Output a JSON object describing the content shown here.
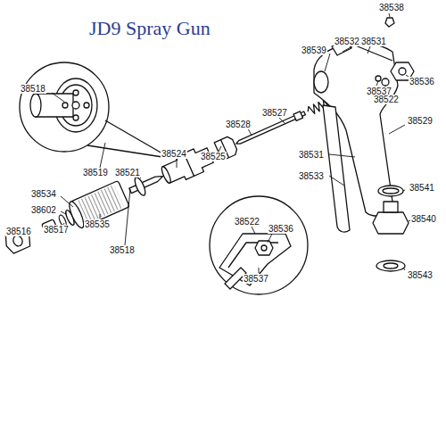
{
  "diagram": {
    "title": "JD9 Spray Gun",
    "labels": [
      "38538",
      "38532",
      "38531",
      "38539",
      "38536",
      "38518",
      "38537",
      "38522",
      "38527",
      "38528",
      "38525",
      "38524",
      "38529",
      "38531",
      "38533",
      "38541",
      "38519",
      "38521",
      "38534",
      "38602",
      "38517",
      "38535",
      "38518",
      "38516",
      "38540",
      "38543",
      "38522",
      "38536",
      "38537"
    ]
  }
}
